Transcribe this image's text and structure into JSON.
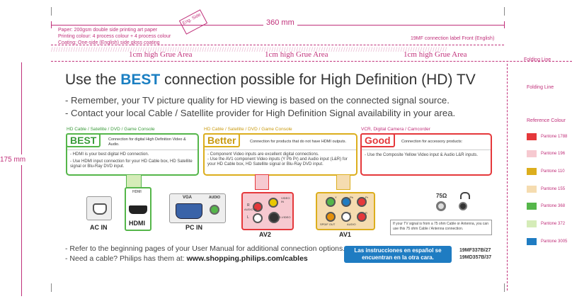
{
  "dimension": {
    "width_label": "360 mm",
    "height_label": "175 mm"
  },
  "specs": [
    "Paper: 200gsm double side printing art paper",
    "Printing colour: 4 process colour + 4 process colour",
    "Coating: One-side (English) side gloss coating"
  ],
  "eng_side": "Eng. Side",
  "label_id": "19MF connection label Front (English)",
  "grue_area": "1cm high Grue Area",
  "folding_line": "Folding Line",
  "reference_colour": {
    "title": "Reference Colour",
    "items": [
      {
        "name": "Pantone 1788",
        "color": "#e5383b"
      },
      {
        "name": "Pantone 196",
        "color": "#f6c9d0"
      },
      {
        "name": "Pantone 110",
        "color": "#dcae1d"
      },
      {
        "name": "Pantone 155",
        "color": "#f5dcb0"
      },
      {
        "name": "Pantone 368",
        "color": "#55b64a"
      },
      {
        "name": "Pantone 372",
        "color": "#d5ecb8"
      },
      {
        "name": "Pantone 3005",
        "color": "#1f7cc2"
      }
    ]
  },
  "headline": {
    "pre": "Use the ",
    "best": "BEST",
    "post": " connection possible for High Definition (HD) TV"
  },
  "subs": [
    "- Remember, your TV picture quality for HD viewing is based on the connected signal source.",
    "- Contact your local Cable / Satellite provider for High Definition Signal availability in your area."
  ],
  "panels": {
    "best": {
      "category": "HD Cable / Satellite / DVD / Game Console",
      "tag": "BEST",
      "desc": "Connection for digital High Definition Video & Audio.",
      "bullets": [
        "- HDMI is your best digital HD connection.",
        "- Use HDMI input connection for your HD Cable box, HD Satellite signal or Blu-Ray DVD input."
      ]
    },
    "better": {
      "category": "HD Cable / Satellite / DVD / Game Console",
      "tag": "Better",
      "desc": "Connection for products that do not have HDMI outputs.",
      "bullets": [
        "- Component Video inputs are excellent digital connections.",
        "- Use the AV1 component Video inputs (Y Pb Pr) and Audio input (L&R) for your HD Cable box, HD Satellite signal or Blu-Ray DVD input."
      ]
    },
    "good": {
      "category": "VCR, Digital Camera / Camcorder",
      "tag": "Good",
      "desc": "Connection for accessory products:",
      "bullets": [
        "- Use the Composite Yellow Video input & Audio L&R inputs."
      ]
    }
  },
  "ports": {
    "ac_in": "AC IN",
    "hdmi": "HDMI",
    "hdmi_label": "HDMI",
    "pc_in": "PC IN",
    "vga": "VGA",
    "audio": "AUDIO",
    "av2": "AV2",
    "av2_video_in": "VIDEO IN",
    "av2_audio_in": "AUDIO IN",
    "av2_r": "R",
    "av2_l": "L",
    "av2_svideo": "S-VIDEO",
    "av1": "AV1",
    "av1_y": "Y",
    "av1_pb": "Pb",
    "av1_pr": "Pr",
    "av1_r": "R",
    "av1_l": "L",
    "spdif": "SPDIF OUT",
    "av1_audio": "AUDIO",
    "ohm": "75Ω",
    "ohm_note": "If your TV signal is from a 75 ohm Cable or Antenna, you can use this 75 ohm Cable / Antenna connection."
  },
  "footer": {
    "lines": [
      "- Refer to the beginning pages of your User Manual for additional connection options."
    ],
    "need_pre": "- Need a cable? Philips has them at: ",
    "url": "www.shopping.philips.com/cables",
    "spanish": [
      "Las instrucciones en español se",
      "encuentran en la otra cara."
    ],
    "models": [
      "19MF337B/27",
      "19MD357B/37"
    ]
  }
}
